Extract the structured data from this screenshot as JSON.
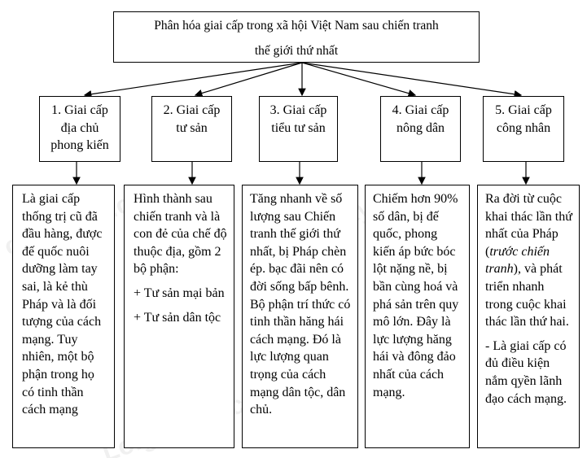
{
  "title": {
    "line1": "Phân hóa giai cấp trong xã hội Việt Nam sau chiến tranh",
    "line2": "thế giới thứ nhất"
  },
  "classes": [
    {
      "label_lines": [
        "1. Giai cấp",
        "địa chủ",
        "phong kiến"
      ],
      "paragraphs": [
        "Là giai cấp thống trị cũ đã đầu hàng, được đế quốc nuôi dưỡng làm tay sai, là kẻ thù Pháp và là đối tượng của cách mạng. Tuy nhiên, một bộ phận trong họ có tinh thần cách mạng"
      ]
    },
    {
      "label_lines": [
        "2. Giai cấp",
        "tư sản"
      ],
      "paragraphs": [
        "Hình thành sau chiến tranh và là con đẻ của chế độ thuộc địa, gồm 2 bộ phận:",
        "+ Tư sản mại bản",
        "+ Tư sản dân tộc"
      ]
    },
    {
      "label_lines": [
        "3. Giai cấp",
        "tiểu tư sản"
      ],
      "paragraphs": [
        "Tăng nhanh về số lượng sau Chiến tranh thế giới thứ nhất, bị Pháp chèn ép. bạc đãi nên có đời sống bấp bênh. Bộ phận trí thức có tinh thần hăng hái cách mạng. Đó là lực lượng quan trọng của cách mạng dân tộc, dân chủ."
      ]
    },
    {
      "label_lines": [
        "4. Giai cấp",
        "nông dân"
      ],
      "paragraphs": [
        "Chiếm hơn 90% số dân, bị đế quốc, phong kiến áp bức bóc lột nặng nề, bị bần cùng hoá và phá sản trên quy mô lớn. Đây là lực lượng hăng hái và đông đảo nhất của cách mạng."
      ]
    },
    {
      "label_lines": [
        "5. Giai cấp",
        "công nhân"
      ],
      "paragraphs": [
        "Ra đời từ cuộc khai thác lần thứ nhất của Pháp (",
        "trước chiến tranh",
        "), và phát triển nhanh trong cuộc khai thác lần thứ hai.",
        "- Là giai cấp có đủ điều kiện nắm qyền lãnh đạo cách mạng."
      ]
    }
  ],
  "watermark": "Loigiaihay.com"
}
